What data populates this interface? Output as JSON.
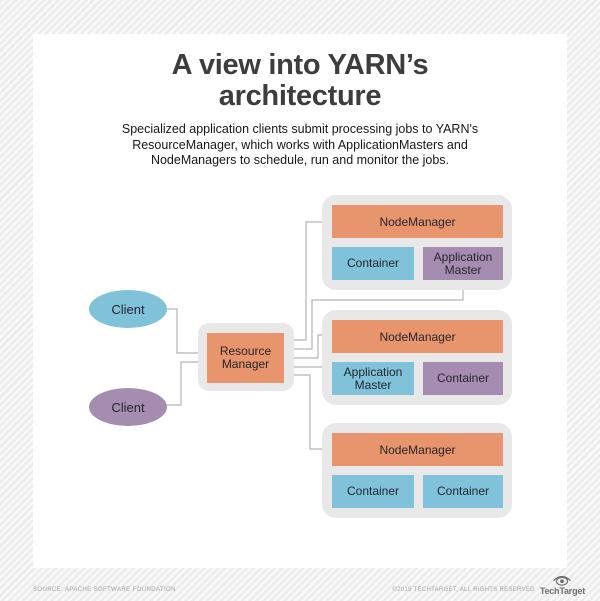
{
  "header": {
    "title_line1": "A view into YARN’s",
    "title_line2": "architecture",
    "subtitle": "Specialized application clients submit processing jobs to YARN's ResourceManager, which works with ApplicationMasters and NodeManagers to schedule, run and monitor the jobs."
  },
  "diagram": {
    "clients": [
      {
        "label": "Client",
        "color": "#7fc2da"
      },
      {
        "label": "Client",
        "color": "#a78cb2"
      }
    ],
    "resource_manager": {
      "label": "Resource Manager"
    },
    "node_groups": [
      {
        "manager": "NodeManager",
        "boxes": [
          {
            "label": "Container",
            "color": "#7fc2da"
          },
          {
            "label": "Application Master",
            "color": "#a78cb2"
          }
        ]
      },
      {
        "manager": "NodeManager",
        "boxes": [
          {
            "label": "Application Master",
            "color": "#7fc2da"
          },
          {
            "label": "Container",
            "color": "#a78cb2"
          }
        ]
      },
      {
        "manager": "NodeManager",
        "boxes": [
          {
            "label": "Container",
            "color": "#7fc2da"
          },
          {
            "label": "Container",
            "color": "#7fc2da"
          }
        ]
      }
    ],
    "connections": [
      {
        "from": "client-1",
        "to": "resource-manager"
      },
      {
        "from": "client-2",
        "to": "resource-manager"
      },
      {
        "from": "nodemanager-1",
        "to": "resource-manager"
      },
      {
        "from": "application-master-1",
        "to": "resource-manager"
      },
      {
        "from": "nodemanager-2",
        "to": "resource-manager"
      },
      {
        "from": "application-master-2",
        "to": "resource-manager"
      },
      {
        "from": "nodemanager-3",
        "to": "resource-manager"
      }
    ],
    "colors": {
      "orange": "#e8946c",
      "blue": "#7fc2da",
      "purple": "#a78cb2",
      "group_bg": "#e9e8e8",
      "line": "#b3b3b3",
      "arrow": "#3a3a3a"
    }
  },
  "footer": {
    "source": "Source: Apache Software Foundation",
    "copyright": "©2019 TechTarget, all rights reserved",
    "brand": "TechTarget"
  }
}
